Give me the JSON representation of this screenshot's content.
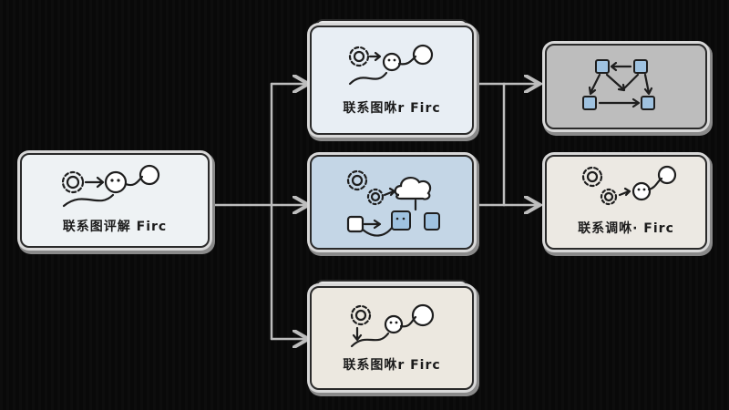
{
  "diagram": {
    "nodes": {
      "source": {
        "label": "联系图评解 Firc",
        "bg": "#eef2f4"
      },
      "branch_top": {
        "label": "联系图咻r Firc",
        "bg": "#e8eef4"
      },
      "branch_mid": {
        "label": "",
        "bg": "#c4d6e6"
      },
      "branch_bottom": {
        "label": "联系图咻r Firc",
        "bg": "#ece8e0"
      },
      "out_top": {
        "label": "",
        "bg": "#bdbdbd"
      },
      "out_bottom": {
        "label": "联系调咻· Firc",
        "bg": "#ece9e3"
      }
    },
    "colors": {
      "connector": "#bdbdbd",
      "accent_blue": "#9fc2e0"
    },
    "icons": [
      "gear-icon",
      "character-icon",
      "cloud-icon",
      "flow-box-icon",
      "network-icon"
    ]
  }
}
